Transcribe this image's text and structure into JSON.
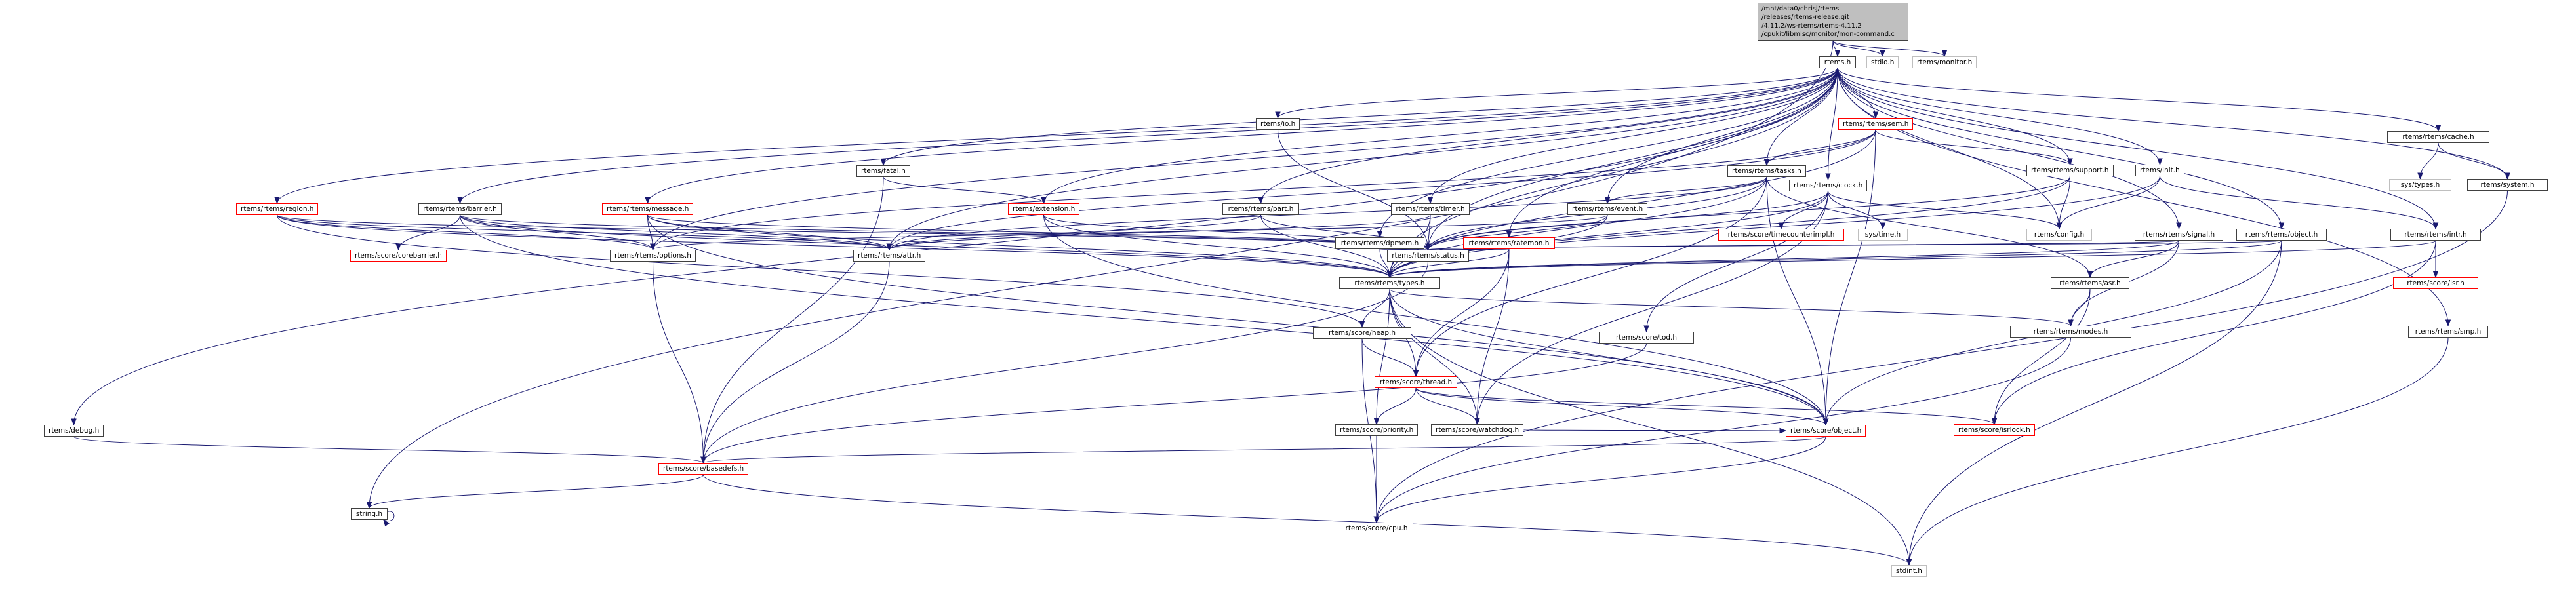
{
  "title": "Include dependency graph for mon-command.c",
  "colors": {
    "edge": "#191970",
    "root_fill": "#bfbfbf",
    "node_border": "#404040",
    "external_border": "#bfbfbf",
    "truncated_border": "#ff0000"
  },
  "nodes": [
    {
      "id": "root",
      "label": "/mnt/data0/chrisj/rtems\n/releases/rtems-release.git\n/4.11.2/ws-rtems/rtems-4.11.2\n/cpukit/libmisc/monitor/mon-command.c",
      "kind": "root"
    },
    {
      "id": "rtems_h",
      "label": "rtems.h",
      "kind": "normal"
    },
    {
      "id": "stdio_h",
      "label": "stdio.h",
      "kind": "external"
    },
    {
      "id": "monitor_h",
      "label": "rtems/monitor.h",
      "kind": "external"
    },
    {
      "id": "string_h",
      "label": "string.h",
      "kind": "normal"
    },
    {
      "id": "io_h",
      "label": "rtems/io.h",
      "kind": "normal"
    },
    {
      "id": "sem_h",
      "label": "rtems/rtems/sem.h",
      "kind": "truncated"
    },
    {
      "id": "fatal_h",
      "label": "rtems/fatal.h",
      "kind": "normal"
    },
    {
      "id": "tasks_h",
      "label": "rtems/rtems/tasks.h",
      "kind": "normal"
    },
    {
      "id": "support_h",
      "label": "rtems/rtems/support.h",
      "kind": "normal"
    },
    {
      "id": "init_h",
      "label": "rtems/init.h",
      "kind": "normal"
    },
    {
      "id": "cache_h",
      "label": "rtems/rtems/cache.h",
      "kind": "normal"
    },
    {
      "id": "systypes_h",
      "label": "sys/types.h",
      "kind": "external"
    },
    {
      "id": "system_h",
      "label": "rtems/system.h",
      "kind": "normal"
    },
    {
      "id": "clock_h",
      "label": "rtems/rtems/clock.h",
      "kind": "normal"
    },
    {
      "id": "config_h",
      "label": "rtems/config.h",
      "kind": "external"
    },
    {
      "id": "region_h",
      "label": "rtems/rtems/region.h",
      "kind": "truncated"
    },
    {
      "id": "barrier_h",
      "label": "rtems/rtems/barrier.h",
      "kind": "normal"
    },
    {
      "id": "message_h",
      "label": "rtems/rtems/message.h",
      "kind": "truncated"
    },
    {
      "id": "extension_h",
      "label": "rtems/extension.h",
      "kind": "truncated"
    },
    {
      "id": "part_h",
      "label": "rtems/rtems/part.h",
      "kind": "normal"
    },
    {
      "id": "timer_h",
      "label": "rtems/rtems/timer.h",
      "kind": "normal"
    },
    {
      "id": "event_h",
      "label": "rtems/rtems/event.h",
      "kind": "normal"
    },
    {
      "id": "dpmem_h",
      "label": "rtems/rtems/dpmem.h",
      "kind": "normal"
    },
    {
      "id": "ratemon_h",
      "label": "rtems/rtems/ratemon.h",
      "kind": "truncated"
    },
    {
      "id": "timecounterimpl_h",
      "label": "rtems/score/timecounterimpl.h",
      "kind": "truncated"
    },
    {
      "id": "systime_h",
      "label": "sys/time.h",
      "kind": "external"
    },
    {
      "id": "signal_h",
      "label": "rtems/rtems/signal.h",
      "kind": "normal"
    },
    {
      "id": "object_h",
      "label": "rtems/rtems/object.h",
      "kind": "normal"
    },
    {
      "id": "intr_h",
      "label": "rtems/rtems/intr.h",
      "kind": "normal"
    },
    {
      "id": "corebarrier_h",
      "label": "rtems/score/corebarrier.h",
      "kind": "truncated"
    },
    {
      "id": "options_h",
      "label": "rtems/rtems/options.h",
      "kind": "normal"
    },
    {
      "id": "attr_h",
      "label": "rtems/rtems/attr.h",
      "kind": "normal"
    },
    {
      "id": "status_h",
      "label": "rtems/rtems/status.h",
      "kind": "normal"
    },
    {
      "id": "types_h",
      "label": "rtems/rtems/types.h",
      "kind": "normal"
    },
    {
      "id": "asr_h",
      "label": "rtems/rtems/asr.h",
      "kind": "normal"
    },
    {
      "id": "isr_h",
      "label": "rtems/score/isr.h",
      "kind": "truncated"
    },
    {
      "id": "heap_h",
      "label": "rtems/score/heap.h",
      "kind": "normal"
    },
    {
      "id": "modes_h",
      "label": "rtems/rtems/modes.h",
      "kind": "normal"
    },
    {
      "id": "smp_h",
      "label": "rtems/rtems/smp.h",
      "kind": "normal"
    },
    {
      "id": "tod_h",
      "label": "rtems/score/tod.h",
      "kind": "normal"
    },
    {
      "id": "thread_h",
      "label": "rtems/score/thread.h",
      "kind": "truncated"
    },
    {
      "id": "priority_h",
      "label": "rtems/score/priority.h",
      "kind": "normal"
    },
    {
      "id": "watchdog_h",
      "label": "rtems/score/watchdog.h",
      "kind": "normal"
    },
    {
      "id": "isrlock_h",
      "label": "rtems/score/isrlock.h",
      "kind": "truncated"
    },
    {
      "id": "debug_h",
      "label": "rtems/debug.h",
      "kind": "normal"
    },
    {
      "id": "score_object_h",
      "label": "rtems/score/object.h",
      "kind": "truncated"
    },
    {
      "id": "basedefs_h",
      "label": "rtems/score/basedefs.h",
      "kind": "truncated"
    },
    {
      "id": "cpu_h",
      "label": "rtems/score/cpu.h",
      "kind": "external"
    },
    {
      "id": "stdint_h",
      "label": "stdint.h",
      "kind": "external"
    }
  ],
  "edges": [
    [
      "root",
      "rtems_h"
    ],
    [
      "root",
      "stdio_h"
    ],
    [
      "root",
      "monitor_h"
    ],
    [
      "root",
      "string_h"
    ],
    [
      "rtems_h",
      "io_h"
    ],
    [
      "rtems_h",
      "sem_h"
    ],
    [
      "rtems_h",
      "fatal_h"
    ],
    [
      "rtems_h",
      "tasks_h"
    ],
    [
      "rtems_h",
      "support_h"
    ],
    [
      "rtems_h",
      "init_h"
    ],
    [
      "rtems_h",
      "cache_h"
    ],
    [
      "rtems_h",
      "system_h"
    ],
    [
      "rtems_h",
      "clock_h"
    ],
    [
      "rtems_h",
      "config_h"
    ],
    [
      "rtems_h",
      "region_h"
    ],
    [
      "rtems_h",
      "barrier_h"
    ],
    [
      "rtems_h",
      "message_h"
    ],
    [
      "rtems_h",
      "extension_h"
    ],
    [
      "rtems_h",
      "part_h"
    ],
    [
      "rtems_h",
      "timer_h"
    ],
    [
      "rtems_h",
      "event_h"
    ],
    [
      "rtems_h",
      "dpmem_h"
    ],
    [
      "rtems_h",
      "ratemon_h"
    ],
    [
      "rtems_h",
      "signal_h"
    ],
    [
      "rtems_h",
      "object_h"
    ],
    [
      "rtems_h",
      "intr_h"
    ],
    [
      "rtems_h",
      "smp_h"
    ],
    [
      "rtems_h",
      "debug_h"
    ],
    [
      "rtems_h",
      "types_h"
    ],
    [
      "rtems_h",
      "status_h"
    ],
    [
      "rtems_h",
      "options_h"
    ],
    [
      "rtems_h",
      "attr_h"
    ],
    [
      "cache_h",
      "systypes_h"
    ],
    [
      "cache_h",
      "system_h"
    ],
    [
      "system_h",
      "cpu_h"
    ],
    [
      "smp_h",
      "stdint_h"
    ],
    [
      "init_h",
      "config_h"
    ],
    [
      "init_h",
      "types_h"
    ],
    [
      "init_h",
      "intr_h"
    ],
    [
      "support_h",
      "config_h"
    ],
    [
      "support_h",
      "types_h"
    ],
    [
      "support_h",
      "status_h"
    ],
    [
      "sem_h",
      "tasks_h"
    ],
    [
      "sem_h",
      "support_h"
    ],
    [
      "sem_h",
      "types_h"
    ],
    [
      "sem_h",
      "attr_h"
    ],
    [
      "sem_h",
      "options_h"
    ],
    [
      "sem_h",
      "score_object_h"
    ],
    [
      "fatal_h",
      "extension_h"
    ],
    [
      "fatal_h",
      "basedefs_h"
    ],
    [
      "io_h",
      "status_h"
    ],
    [
      "tasks_h",
      "event_h"
    ],
    [
      "tasks_h",
      "types_h"
    ],
    [
      "tasks_h",
      "status_h"
    ],
    [
      "tasks_h",
      "attr_h"
    ],
    [
      "tasks_h",
      "asr_h"
    ],
    [
      "tasks_h",
      "thread_h"
    ],
    [
      "tasks_h",
      "score_object_h"
    ],
    [
      "clock_h",
      "timecounterimpl_h"
    ],
    [
      "clock_h",
      "systime_h"
    ],
    [
      "clock_h",
      "config_h"
    ],
    [
      "clock_h",
      "types_h"
    ],
    [
      "clock_h",
      "status_h"
    ],
    [
      "clock_h",
      "tod_h"
    ],
    [
      "clock_h",
      "watchdog_h"
    ],
    [
      "region_h",
      "options_h"
    ],
    [
      "region_h",
      "attr_h"
    ],
    [
      "region_h",
      "status_h"
    ],
    [
      "region_h",
      "types_h"
    ],
    [
      "region_h",
      "heap_h"
    ],
    [
      "barrier_h",
      "corebarrier_h"
    ],
    [
      "barrier_h",
      "options_h"
    ],
    [
      "barrier_h",
      "attr_h"
    ],
    [
      "barrier_h",
      "status_h"
    ],
    [
      "barrier_h",
      "types_h"
    ],
    [
      "barrier_h",
      "score_object_h"
    ],
    [
      "message_h",
      "options_h"
    ],
    [
      "message_h",
      "attr_h"
    ],
    [
      "message_h",
      "status_h"
    ],
    [
      "message_h",
      "types_h"
    ],
    [
      "message_h",
      "score_object_h"
    ],
    [
      "extension_h",
      "status_h"
    ],
    [
      "extension_h",
      "types_h"
    ],
    [
      "extension_h",
      "score_object_h"
    ],
    [
      "part_h",
      "attr_h"
    ],
    [
      "part_h",
      "status_h"
    ],
    [
      "part_h",
      "types_h"
    ],
    [
      "timer_h",
      "attr_h"
    ],
    [
      "timer_h",
      "status_h"
    ],
    [
      "timer_h",
      "types_h"
    ],
    [
      "event_h",
      "options_h"
    ],
    [
      "event_h",
      "status_h"
    ],
    [
      "event_h",
      "types_h"
    ],
    [
      "dpmem_h",
      "status_h"
    ],
    [
      "dpmem_h",
      "types_h"
    ],
    [
      "ratemon_h",
      "status_h"
    ],
    [
      "ratemon_h",
      "types_h"
    ],
    [
      "ratemon_h",
      "thread_h"
    ],
    [
      "ratemon_h",
      "watchdog_h"
    ],
    [
      "signal_h",
      "asr_h"
    ],
    [
      "signal_h",
      "modes_h"
    ],
    [
      "signal_h",
      "types_h"
    ],
    [
      "signal_h",
      "status_h"
    ],
    [
      "object_h",
      "types_h"
    ],
    [
      "object_h",
      "status_h"
    ],
    [
      "object_h",
      "score_object_h"
    ],
    [
      "object_h",
      "stdint_h"
    ],
    [
      "intr_h",
      "isr_h"
    ],
    [
      "intr_h",
      "isrlock_h"
    ],
    [
      "intr_h",
      "types_h"
    ],
    [
      "options_h",
      "basedefs_h"
    ],
    [
      "attr_h",
      "basedefs_h"
    ],
    [
      "status_h",
      "basedefs_h"
    ],
    [
      "types_h",
      "heap_h"
    ],
    [
      "types_h",
      "modes_h"
    ],
    [
      "types_h",
      "score_object_h"
    ],
    [
      "types_h",
      "priority_h"
    ],
    [
      "types_h",
      "watchdog_h"
    ],
    [
      "types_h",
      "stdint_h"
    ],
    [
      "types_h",
      "thread_h"
    ],
    [
      "asr_h",
      "modes_h"
    ],
    [
      "asr_h",
      "isrlock_h"
    ],
    [
      "modes_h",
      "cpu_h"
    ],
    [
      "heap_h",
      "thread_h"
    ],
    [
      "heap_h",
      "cpu_h"
    ],
    [
      "tod_h",
      "basedefs_h"
    ],
    [
      "thread_h",
      "priority_h"
    ],
    [
      "thread_h",
      "watchdog_h"
    ],
    [
      "thread_h",
      "isrlock_h"
    ],
    [
      "thread_h",
      "score_object_h"
    ],
    [
      "priority_h",
      "cpu_h"
    ],
    [
      "watchdog_h",
      "score_object_h"
    ],
    [
      "debug_h",
      "basedefs_h"
    ],
    [
      "score_object_h",
      "basedefs_h"
    ],
    [
      "score_object_h",
      "cpu_h"
    ],
    [
      "basedefs_h",
      "string_h"
    ],
    [
      "basedefs_h",
      "stdint_h"
    ],
    [
      "string_h",
      "string_h"
    ]
  ]
}
